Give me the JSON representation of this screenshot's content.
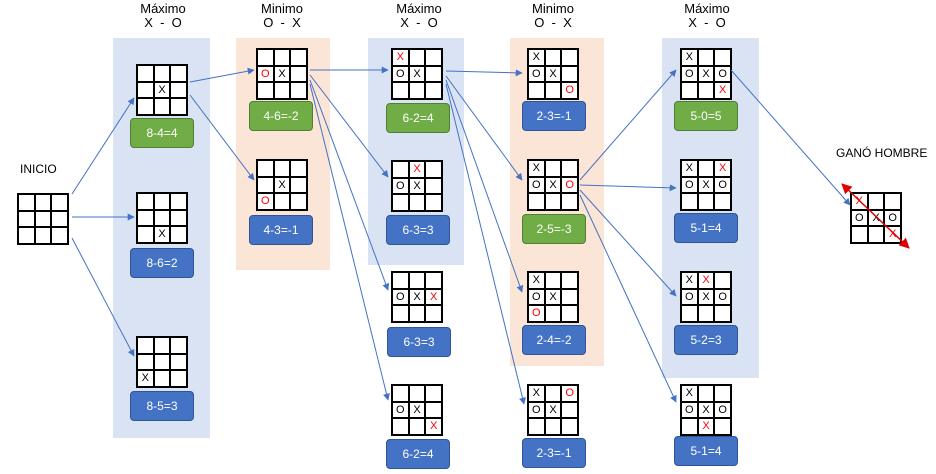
{
  "headers": [
    {
      "title": "Máximo",
      "players": "X  -  O"
    },
    {
      "title": "Minimo",
      "players": "O  -  X"
    },
    {
      "title": "Máximo",
      "players": "X  -  O"
    },
    {
      "title": "Minimo",
      "players": "O  -  X"
    },
    {
      "title": "Máximo",
      "players": "X  -  O"
    }
  ],
  "start_label": "INICIO",
  "win_label": "GANÓ HOMBRE",
  "colors": {
    "blue_panel": "#dae3f3",
    "orange_panel": "#fbe5d6",
    "label_blue": "#4472c4",
    "label_green": "#70ad47",
    "arrow": "#4472c4",
    "red_mark": "#ff0000"
  },
  "boards": [
    {
      "id": "start",
      "cells": [
        "",
        "",
        "",
        "",
        "",
        "",
        "",
        "",
        ""
      ],
      "red": []
    },
    {
      "id": "l1a",
      "cells": [
        "",
        "",
        "",
        "",
        "X",
        "",
        "",
        "",
        ""
      ],
      "red": [],
      "label": "8-4=4",
      "label_color": "green"
    },
    {
      "id": "l1b",
      "cells": [
        "",
        "",
        "",
        "",
        "",
        "",
        "",
        "X",
        ""
      ],
      "red": [],
      "label": "8-6=2",
      "label_color": "blue"
    },
    {
      "id": "l1c",
      "cells": [
        "",
        "",
        "",
        "",
        "",
        "",
        "X",
        "",
        ""
      ],
      "red": [],
      "label": "8-5=3",
      "label_color": "blue"
    },
    {
      "id": "l2a",
      "cells": [
        "",
        "",
        "",
        "O",
        "X",
        "",
        "",
        "",
        ""
      ],
      "red": [
        3
      ],
      "label": "4-6=-2",
      "label_color": "green"
    },
    {
      "id": "l2b",
      "cells": [
        "",
        "",
        "",
        "",
        "X",
        "",
        "O",
        "",
        ""
      ],
      "red": [
        6
      ],
      "label": "4-3=-1",
      "label_color": "blue"
    },
    {
      "id": "l3a",
      "cells": [
        "X",
        "",
        "",
        "O",
        "X",
        "",
        "",
        "",
        ""
      ],
      "red": [
        0
      ],
      "label": "6-2=4",
      "label_color": "green"
    },
    {
      "id": "l3b",
      "cells": [
        "",
        "X",
        "",
        "O",
        "X",
        "",
        "",
        "",
        ""
      ],
      "red": [
        1
      ],
      "label": "6-3=3",
      "label_color": "blue"
    },
    {
      "id": "l3c",
      "cells": [
        "",
        "",
        "",
        "O",
        "X",
        "X",
        "",
        "",
        ""
      ],
      "red": [
        5
      ],
      "label": "6-3=3",
      "label_color": "blue"
    },
    {
      "id": "l3d",
      "cells": [
        "",
        "",
        "",
        "O",
        "X",
        "",
        "",
        "",
        "X"
      ],
      "red": [
        8
      ],
      "label": "6-2=4",
      "label_color": "blue"
    },
    {
      "id": "l4a",
      "cells": [
        "X",
        "",
        "",
        "O",
        "X",
        "",
        "",
        "",
        "O"
      ],
      "red": [
        8
      ],
      "label": "2-3=-1",
      "label_color": "blue"
    },
    {
      "id": "l4b",
      "cells": [
        "X",
        "",
        "",
        "O",
        "X",
        "O",
        "",
        "",
        ""
      ],
      "red": [
        5
      ],
      "label": "2-5=-3",
      "label_color": "green"
    },
    {
      "id": "l4c",
      "cells": [
        "X",
        "",
        "",
        "O",
        "X",
        "",
        "O",
        "",
        ""
      ],
      "red": [
        6
      ],
      "label": "2-4=-2",
      "label_color": "blue"
    },
    {
      "id": "l4d",
      "cells": [
        "X",
        "",
        "O",
        "O",
        "X",
        "",
        "",
        "",
        ""
      ],
      "red": [
        2
      ],
      "label": "2-3=-1",
      "label_color": "blue"
    },
    {
      "id": "l5a",
      "cells": [
        "X",
        "",
        "",
        "O",
        "X",
        "O",
        "",
        "",
        "X"
      ],
      "red": [
        8
      ],
      "label": "5-0=5",
      "label_color": "green"
    },
    {
      "id": "l5b",
      "cells": [
        "X",
        "",
        "X",
        "O",
        "X",
        "O",
        "",
        "",
        ""
      ],
      "red": [
        2
      ],
      "label": "5-1=4",
      "label_color": "blue"
    },
    {
      "id": "l5c",
      "cells": [
        "X",
        "X",
        "",
        "O",
        "X",
        "O",
        "",
        "",
        ""
      ],
      "red": [
        1
      ],
      "label": "5-2=3",
      "label_color": "blue"
    },
    {
      "id": "l5d",
      "cells": [
        "X",
        "",
        "",
        "O",
        "X",
        "O",
        "",
        "X",
        ""
      ],
      "red": [
        7
      ],
      "label": "5-1=4",
      "label_color": "blue"
    },
    {
      "id": "win",
      "cells": [
        "X",
        "",
        "",
        "O",
        "X",
        "O",
        "",
        "",
        "X"
      ],
      "red": [
        0,
        8
      ]
    }
  ]
}
